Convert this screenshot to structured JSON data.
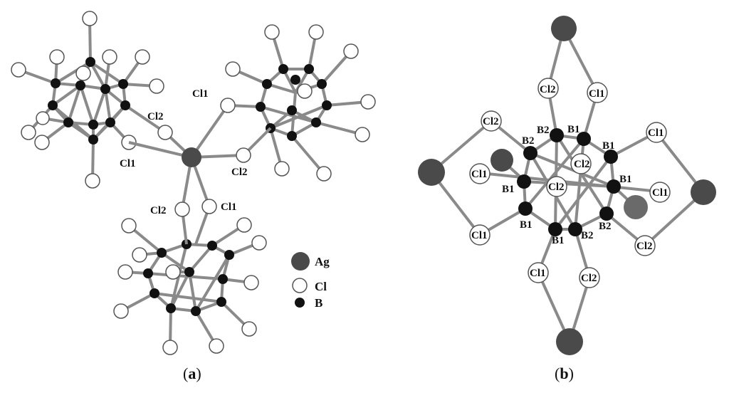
{
  "figure": {
    "panel_a": {
      "caption_open": "(",
      "caption_letter": "a",
      "caption_close": ")",
      "labels": {
        "cl1_top": "Cl1",
        "cl2_left": "Cl2",
        "cl1_left": "Cl1",
        "cl2_right": "Cl2",
        "cl2_bottom": "Cl2",
        "cl1_bottom": "Cl1"
      },
      "legend": [
        {
          "label": "Ag",
          "color": "#4a4a4a"
        },
        {
          "label": "Cl",
          "color": "#ffffff"
        },
        {
          "label": "B",
          "color": "#111111"
        }
      ]
    },
    "panel_b": {
      "caption_open": "(",
      "caption_letter": "b",
      "caption_close": ")",
      "labels": {
        "cl2_top": "Cl2",
        "cl1_top": "Cl1",
        "cl2_upper_left": "Cl2",
        "cl1_upper_right": "Cl1",
        "b2_a": "B2",
        "b2_b": "B2",
        "b1_a": "B1",
        "b1_b": "B1",
        "cl2_center_up": "Cl2",
        "cl1_mid_left": "Cl1",
        "b1_c": "B1",
        "cl2_center": "Cl2",
        "b1_d": "B1",
        "cl1_mid_right": "Cl1",
        "b1_e": "B1",
        "b2_c": "B2",
        "cl1_lower_left": "Cl1",
        "b1_f": "B1",
        "b2_d": "B2",
        "cl2_lower_right": "Cl2",
        "cl1_bottom": "Cl1",
        "cl2_bottom": "Cl2"
      }
    }
  }
}
